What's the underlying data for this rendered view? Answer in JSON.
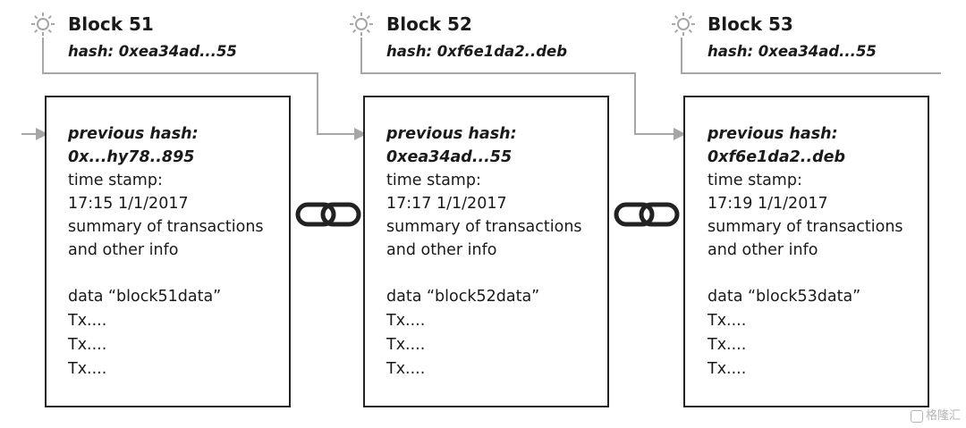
{
  "blocks": [
    {
      "title": "Block 51",
      "hash": "hash: 0xea34ad...55",
      "prev_hash_label": "previous hash:",
      "prev_hash_value": "0x...hy78..895",
      "timestamp_label": "time stamp:",
      "timestamp_value": "17:15 1/1/2017",
      "summary_1": "summary of transactions",
      "summary_2": "and other info",
      "data": "data “block51data”",
      "tx": [
        "Tx....",
        "Tx....",
        "Tx...."
      ]
    },
    {
      "title": "Block 52",
      "hash": "hash: 0xf6e1da2..deb",
      "prev_hash_label": "previous hash:",
      "prev_hash_value": "0xea34ad...55",
      "timestamp_label": "time stamp:",
      "timestamp_value": "17:17 1/1/2017",
      "summary_1": "summary of transactions",
      "summary_2": "and other info",
      "data": "data “block52data”",
      "tx": [
        "Tx....",
        "Tx....",
        "Tx...."
      ]
    },
    {
      "title": "Block 53",
      "hash": "hash: 0xea34ad...55",
      "prev_hash_label": "previous hash:",
      "prev_hash_value": "0xf6e1da2..deb",
      "timestamp_label": "time stamp:",
      "timestamp_value": "17:19 1/1/2017",
      "summary_1": "summary of transactions",
      "summary_2": "and other info",
      "data": "data “block53data”",
      "tx": [
        "Tx....",
        "Tx....",
        "Tx...."
      ]
    }
  ],
  "icons": {
    "block": "sun-icon",
    "link": "chain-link-icon"
  },
  "watermark": {
    "icon": "watermark-logo-icon",
    "text": "格隆汇"
  },
  "colors": {
    "wire": "#a6a6a6",
    "border": "#222222",
    "text": "#1a1a1a"
  }
}
